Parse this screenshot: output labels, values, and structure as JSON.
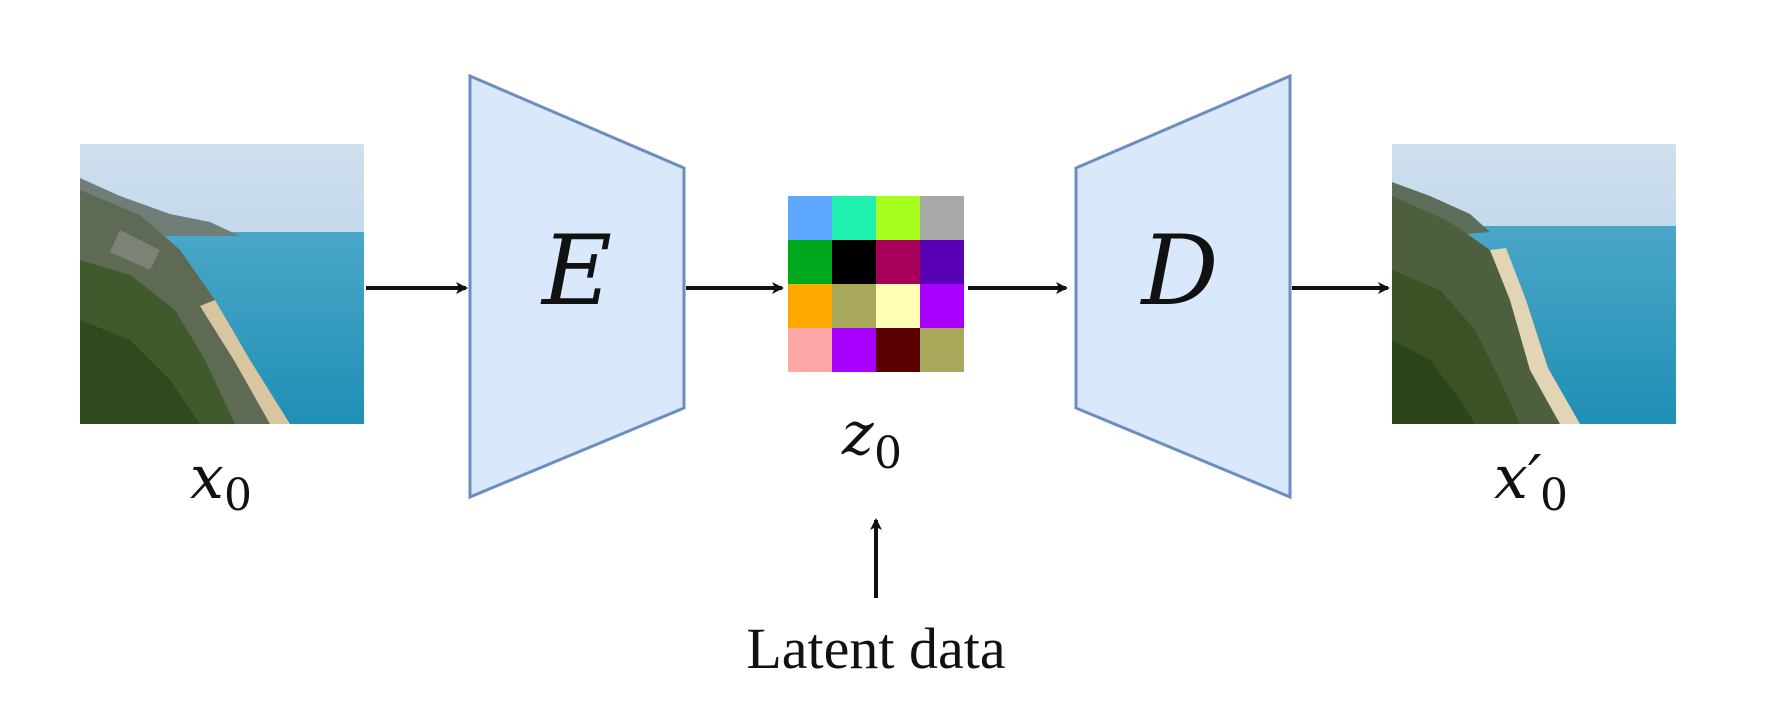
{
  "input_image": {
    "label_main": "x",
    "label_sub": "0",
    "depicts": "coastal-cliff-photo"
  },
  "encoder": {
    "label": "E"
  },
  "latent": {
    "label_main": "z",
    "label_sub": "0",
    "caption": "Latent data",
    "grid_colors": [
      [
        "#5fa8ff",
        "#1ef0b0",
        "#a8ff1e",
        "#a8a8a8"
      ],
      [
        "#00a81e",
        "#000000",
        "#a8005a",
        "#5a00b4"
      ],
      [
        "#ffa800",
        "#a8a85a",
        "#ffffb4",
        "#a800ff"
      ],
      [
        "#ffa8a8",
        "#a800ff",
        "#5a0000",
        "#a8a85a"
      ]
    ]
  },
  "decoder": {
    "label": "D"
  },
  "output_image": {
    "label_main": "x′",
    "label_sub": "0",
    "depicts": "coastal-cliff-photo"
  },
  "colors": {
    "trapezoid_fill": "#dae8fc",
    "trapezoid_stroke": "#6c8ebf",
    "arrow": "#111111"
  }
}
